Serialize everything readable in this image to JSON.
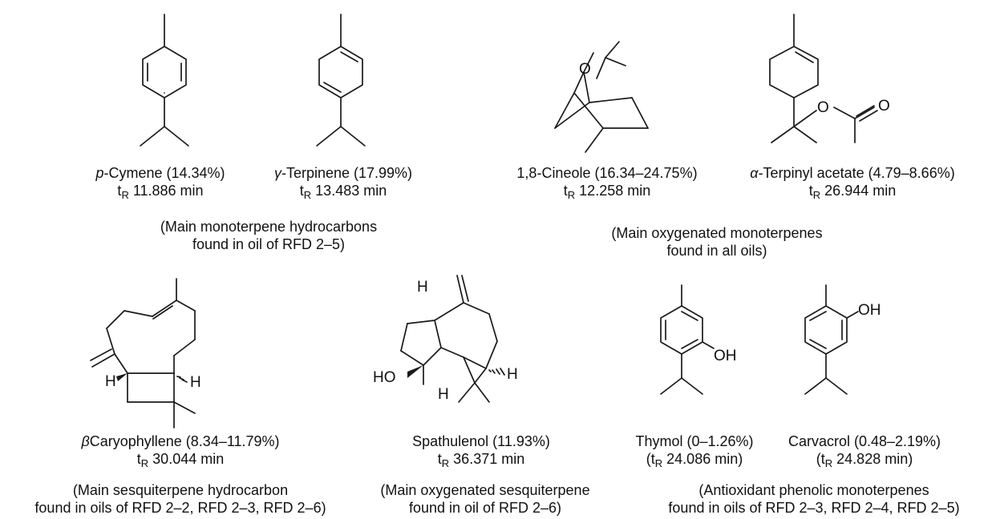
{
  "compounds": [
    {
      "prefix": "p",
      "name": "-Cymene (14.34%)",
      "tr_label": "t",
      "tr_sub": "R",
      "tr_value": " 11.886 min"
    },
    {
      "prefix": "γ",
      "name": "-Terpinene (17.99%)",
      "tr_label": "t",
      "tr_sub": "R",
      "tr_value": " 13.483 min"
    },
    {
      "prefix": "",
      "name": "1,8-Cineole (16.34–24.75%)",
      "tr_label": "t",
      "tr_sub": "R",
      "tr_value": " 12.258 min"
    },
    {
      "prefix": "α",
      "name": "-Terpinyl acetate (4.79–8.66%)",
      "tr_label": "t",
      "tr_sub": "R",
      "tr_value": " 26.944 min"
    },
    {
      "prefix": "β",
      "name": "Caryophyllene (8.34–11.79%)",
      "tr_label": "t",
      "tr_sub": "R",
      "tr_value": " 30.044 min"
    },
    {
      "prefix": "",
      "name": "Spathulenol (11.93%)",
      "tr_label": "t",
      "tr_sub": "R",
      "tr_value": " 36.371 min"
    },
    {
      "prefix": "",
      "name": "Thymol (0–1.26%)",
      "tr_label": "(t",
      "tr_sub": "R",
      "tr_value": " 24.086 min)"
    },
    {
      "prefix": "",
      "name": "Carvacrol (0.48–2.19%)",
      "tr_label": "(t",
      "tr_sub": "R",
      "tr_value": " 24.828 min)"
    }
  ],
  "groups": [
    {
      "line1": "(Main monoterpene hydrocarbons",
      "line2": "found in oil of RFD 2–5)"
    },
    {
      "line1": "(Main oxygenated monoterpenes",
      "line2": "found in all oils)"
    },
    {
      "line1": "(Main sesquiterpene hydrocarbon",
      "line2": "found in oils of RFD 2–2, RFD 2–3, RFD 2–6)"
    },
    {
      "line1": "(Main oxygenated sesquiterpene",
      "line2": "found in oil of RFD 2–6)"
    },
    {
      "line1": "(Antioxidant phenolic monoterpenes",
      "line2": "found in oils of RFD 2–3, RFD 2–4, RFD 2–5)"
    }
  ],
  "atoms": {
    "oxygen": "O",
    "hydrogen": "H",
    "hydroxyl": "OH",
    "hydroxyl_left": "HO"
  }
}
